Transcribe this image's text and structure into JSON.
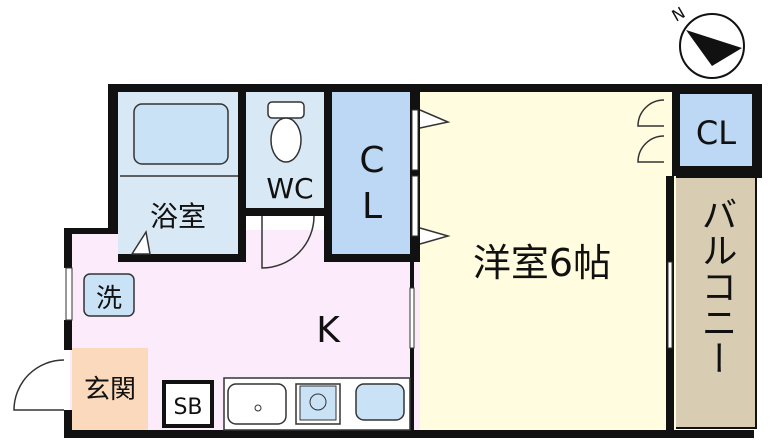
{
  "rooms": {
    "bath": "浴室",
    "wc": "WC",
    "closet_main": "C\nL",
    "closet_small": "CL",
    "western_room": "洋室6帖",
    "balcony": "バルコニー",
    "kitchen": "K",
    "laundry": "洗",
    "entrance": "玄関",
    "shoe_box": "SB"
  },
  "compass": {
    "north": "N"
  },
  "colors": {
    "bath": "#d8e9f5",
    "wc": "#d8e9f5",
    "closet": "#bcd8f4",
    "western_room": "#fffce0",
    "balcony": "#d8cdb3",
    "kitchen": "#fcecfb",
    "entrance": "#fbd9bd",
    "fixture": "#c9e2f6",
    "wall": "#111111"
  }
}
